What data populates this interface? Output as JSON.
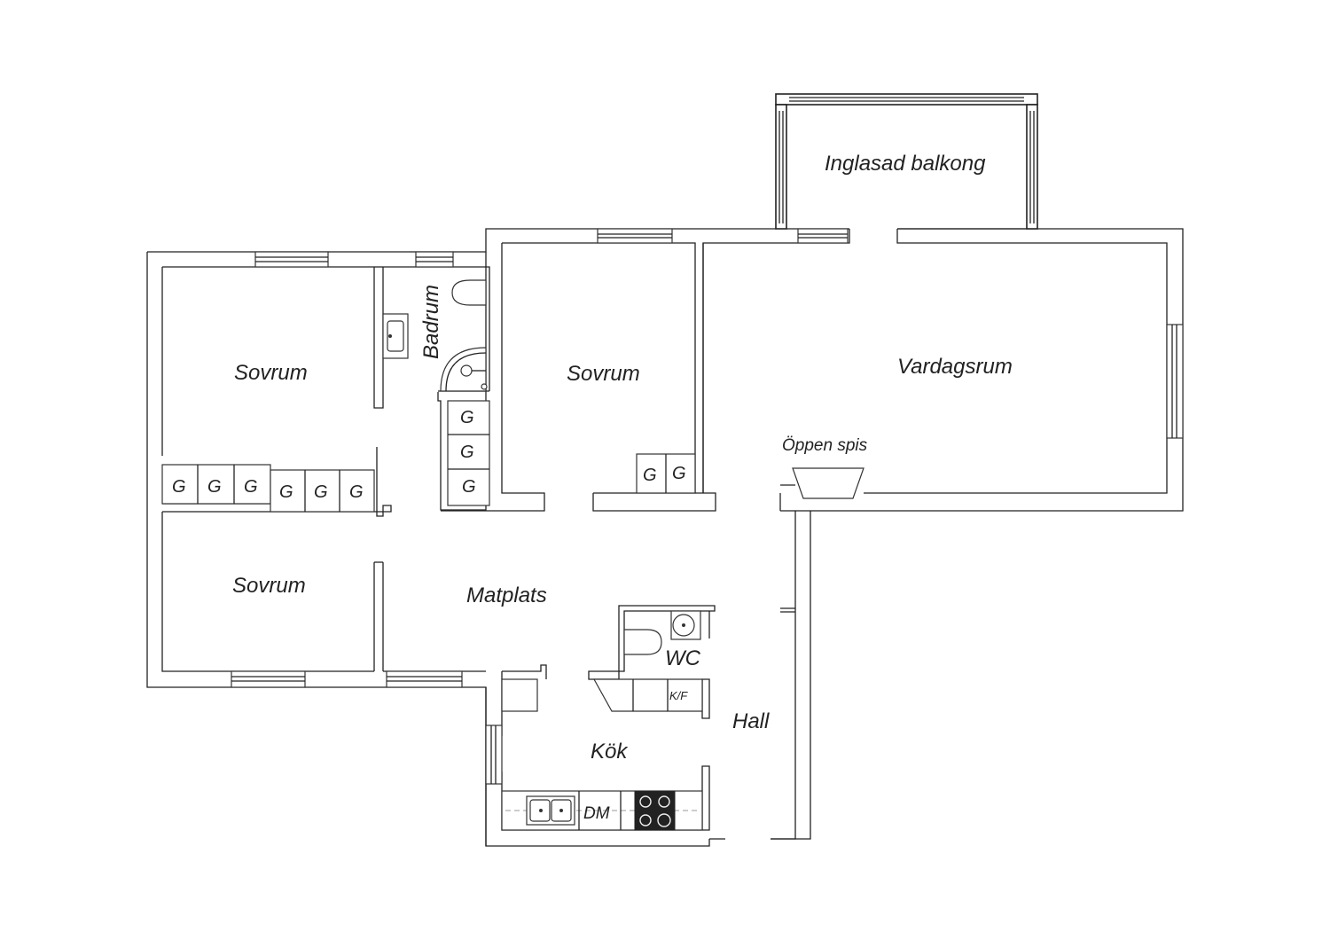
{
  "rooms": {
    "balcony": "Inglasad balkong",
    "bedroom_top_left": "Sovrum",
    "bathroom": "Badrum",
    "bedroom_center": "Sovrum",
    "living_room": "Vardagsrum",
    "fireplace": "Öppen spis",
    "bedroom_bottom_left": "Sovrum",
    "dining": "Matplats",
    "wc": "WC",
    "hall": "Hall",
    "kitchen": "Kök"
  },
  "fixtures": {
    "wardrobe_label": "G",
    "dishwasher": "DM",
    "fridge_freezer": "K/F"
  }
}
